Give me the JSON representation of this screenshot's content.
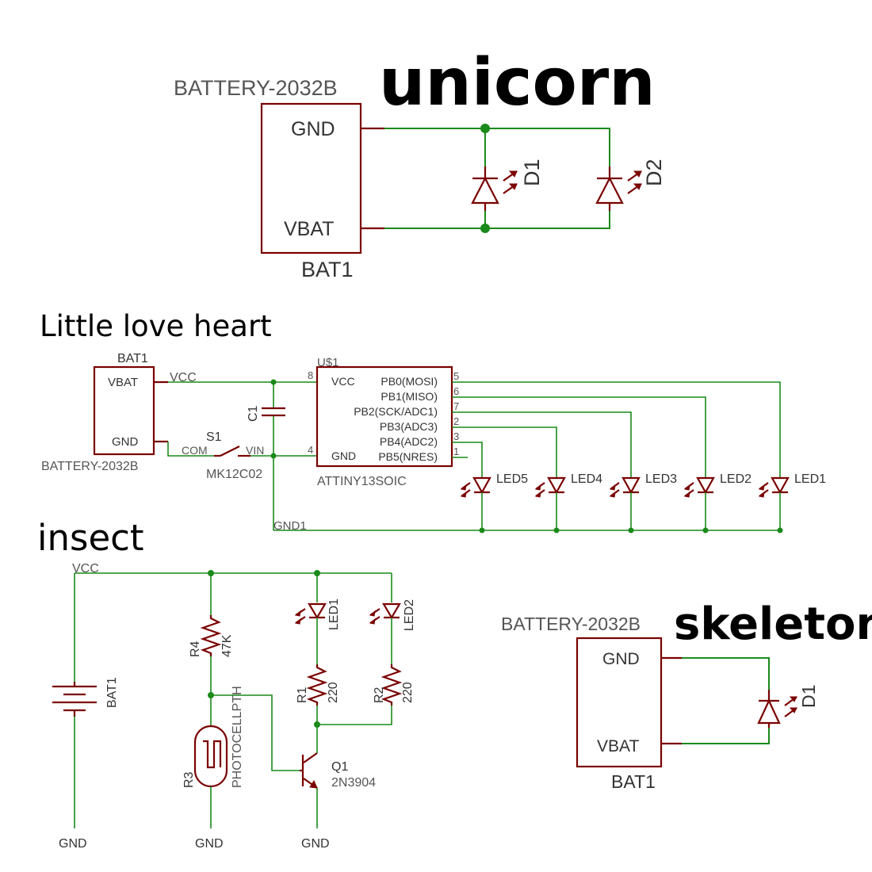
{
  "unicorn": {
    "title": "unicorn",
    "battery_part": "BATTERY-2032B",
    "battery_ref": "BAT1",
    "pin_gnd": "GND",
    "pin_vbat": "VBAT",
    "d1": "D1",
    "d2": "D2"
  },
  "heart": {
    "title": "Little love heart",
    "bat_ref": "BAT1",
    "bat_part": "BATTERY-2032B",
    "pin_vbat": "VBAT",
    "pin_gnd": "GND",
    "net_vcc": "VCC",
    "net_gnd1": "GND1",
    "cap": "C1",
    "switch_ref": "S1",
    "switch_part": "MK12C02",
    "switch_com": "COM",
    "switch_vin": "VIN",
    "ic_ref": "U$1",
    "ic_part": "ATTINY13SOIC",
    "ic_left_pins": [
      {
        "name": "VCC",
        "num": "8"
      },
      {
        "name": "GND",
        "num": "4"
      }
    ],
    "ic_right_pins": [
      {
        "name": "PB0(MOSI)",
        "num": "5"
      },
      {
        "name": "PB1(MISO)",
        "num": "6"
      },
      {
        "name": "PB2(SCK/ADC1)",
        "num": "7"
      },
      {
        "name": "PB3(ADC3)",
        "num": "2"
      },
      {
        "name": "PB4(ADC2)",
        "num": "3"
      },
      {
        "name": "PB5(NRES)",
        "num": "1"
      }
    ],
    "leds": [
      "LED5",
      "LED4",
      "LED3",
      "LED2",
      "LED1"
    ]
  },
  "insect": {
    "title": "insect",
    "net_vcc": "VCC",
    "bat_ref": "BAT1",
    "gnd": "GND",
    "r4_ref": "R4",
    "r4_val": "47K",
    "r3_ref": "R3",
    "r3_part": "PHOTOCELLPTH",
    "led1": "LED1",
    "led2": "LED2",
    "r1_ref": "R1",
    "r1_val": "220",
    "r2_ref": "R2",
    "r2_val": "220",
    "q1_ref": "Q1",
    "q1_part": "2N3904"
  },
  "skeleton": {
    "title": "skeleton",
    "battery_part": "BATTERY-2032B",
    "battery_ref": "BAT1",
    "pin_gnd": "GND",
    "pin_vbat": "VBAT",
    "d1": "D1"
  }
}
